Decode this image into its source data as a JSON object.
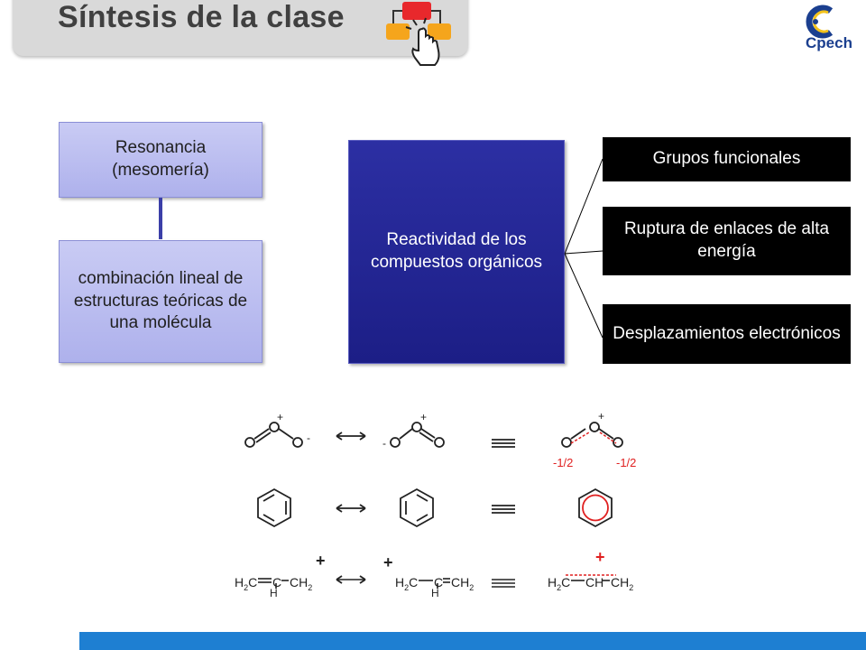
{
  "header": {
    "title": "Síntesis de la clase",
    "icon": "flowchart-hand-icon",
    "logo_text": "Cpech"
  },
  "left": {
    "top_box": "Resonancia (mesomería)",
    "bottom_box": "combinación lineal de estructuras teóricas de una molécula"
  },
  "center": {
    "box": "Reactividad de los compuestos orgánicos"
  },
  "right": {
    "items": [
      "Grupos funcionales",
      "Ruptura de enlaces de alta energía",
      "Desplazamientos electrónicos"
    ]
  },
  "diagram": {
    "ozone_charges": [
      "+",
      "-",
      "-",
      "+",
      "+"
    ],
    "partial_charges": [
      "-1/2",
      "-1/2"
    ],
    "allyl_left": {
      "atoms": [
        "H2C",
        "C",
        "CH2"
      ],
      "h": "H",
      "charge": "+"
    },
    "allyl_mid": {
      "atoms": [
        "H2C",
        "C",
        "CH2"
      ],
      "h": "H",
      "charge": "+"
    },
    "allyl_right": {
      "atoms": [
        "H2C",
        "CH",
        "CH2"
      ],
      "charge": "+"
    }
  },
  "colors": {
    "title_bar": "#d9d9d9",
    "concept_box": "#aeb1ec",
    "center_box": "#1c1e86",
    "footer": "#1e7fd2",
    "partial_charge": "#e02020"
  }
}
